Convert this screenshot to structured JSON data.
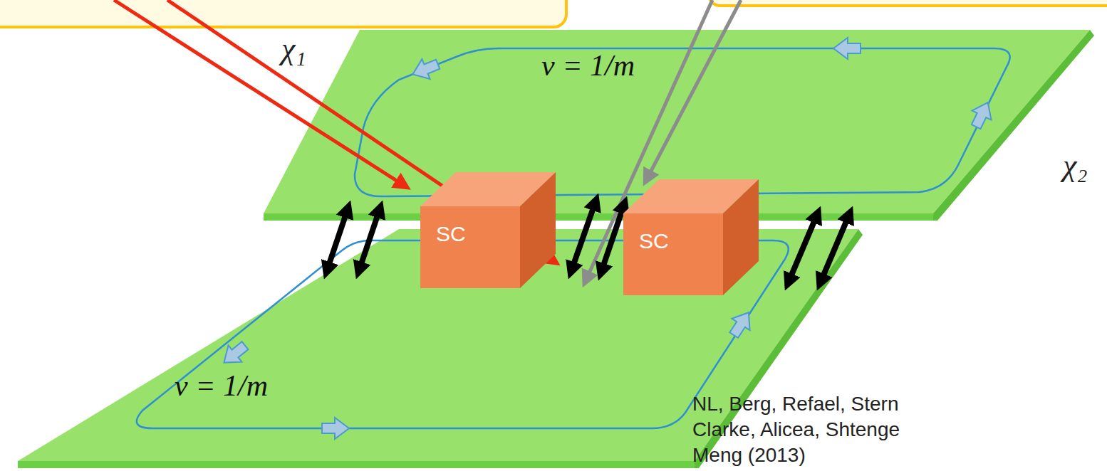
{
  "diagram": {
    "nodes": [
      {
        "text": [
          "ν = 1/m"
        ]
      },
      {
        "text": [
          "SC"
        ]
      },
      {
        "text": [
          "SC"
        ]
      },
      {
        "text": [
          "ν = 1/m"
        ]
      }
    ],
    "edges": [
      {
        "from": 0,
        "to": 3,
        "arrow": "both"
      },
      {
        "from": 0,
        "to": 3,
        "arrow": "both"
      },
      {
        "from": 0,
        "to": 3,
        "arrow": "both"
      },
      {
        "from": 0,
        "to": 3,
        "arrow": "both"
      },
      {
        "from": 0,
        "to": 3,
        "arrow": "both"
      },
      {
        "from": 0,
        "to": 3,
        "arrow": "both"
      }
    ],
    "labels": [
      "χ₁",
      "χ₂",
      "NL, Berg, Refael, Stern",
      "Clarke, Alicea, Shtenge",
      "Meng (2013)"
    ]
  }
}
